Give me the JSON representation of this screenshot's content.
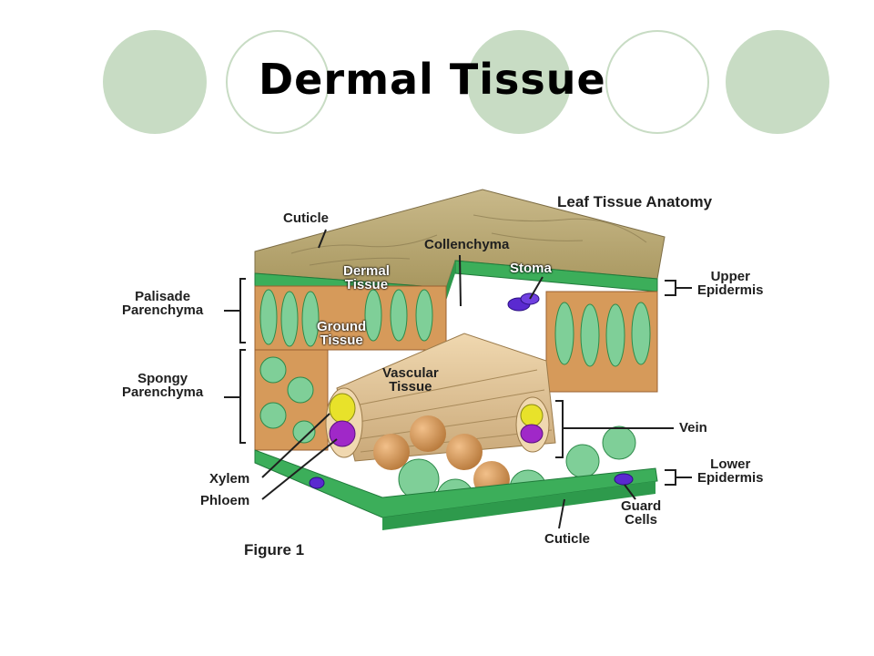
{
  "slide": {
    "title": "Dermal Tissue"
  },
  "colors": {
    "circle_fill": "#c8dcc4",
    "cuticle_top": "#b9a878",
    "epidermis_green": "#3cae5a",
    "cell_tan": "#d69a5a",
    "chloroplast_green": "#7fcf98",
    "xylem_yellow": "#e8e22a",
    "phloem_purple": "#a028c8",
    "stoma_purple": "#5a2ad0"
  },
  "figure": {
    "title": "Leaf Tissue Anatomy",
    "caption": "Figure 1",
    "labels": {
      "cuticle_top": "Cuticle",
      "collenchyma": "Collenchyma",
      "dermal_tissue": "Dermal\nTissue",
      "stoma": "Stoma",
      "upper_epidermis": "Upper\nEpidermis",
      "palisade_parenchyma": "Palisade\nParenchyma",
      "ground_tissue": "Ground\nTissue",
      "spongy_parenchyma": "Spongy\nParenchyma",
      "vascular_tissue": "Vascular\nTissue",
      "vein": "Vein",
      "lower_epidermis": "Lower\nEpidermis",
      "xylem": "Xylem",
      "phloem": "Phloem",
      "guard_cells": "Guard\nCells",
      "cuticle_bottom": "Cuticle"
    }
  }
}
